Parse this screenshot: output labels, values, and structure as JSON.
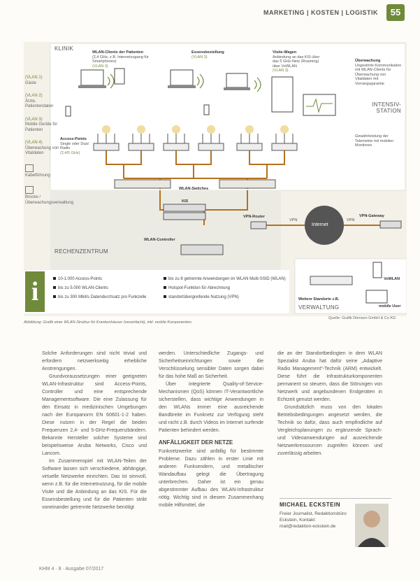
{
  "header": {
    "section": "MARKETING | KOSTEN | LOGISTIK",
    "page_number": "55"
  },
  "figure": {
    "klinik_label": "KLINIK",
    "rechenzentrum_label": "RECHENZENTRUM",
    "intensiv_label": "INTENSIV-\nSTATION",
    "verwaltung_label": "VERWALTUNG",
    "internet_label": "Internet",
    "vpn_label1": "VPN",
    "vpn_label2": "VPN",
    "vpn_router_label": "VPN-Router",
    "vpn_gateway_label": "VPN-Gateway",
    "wlan_switches_label": "WLAN-Switches",
    "wlan_controller_label": "WLAN-Controller",
    "kis_label": "KIS",
    "access_points_label": "Access-Points",
    "access_points_sub": "Single oder Dual Radio",
    "access_points_g": "(2,4/5 GHz)",
    "wlan_clients_label": "WLAN-Clients der Patienten",
    "wlan_clients_sub": "(2,4 GHz, z.B. Internetzugang für Smartphones)",
    "wlan_clients_g": "(VLAN 3)",
    "essensbestellung_label": "Essensbestellung",
    "essensbestellung_g": "(VLAN 3)",
    "visite_label": "Visite-Wagen",
    "visite_sub": "Anbindung an das KIS über das 5 GHz-Netz (Roaming) über VoWLAN",
    "visite_g": "(VLAN 3)",
    "ueberwachung_label": "Überwachung",
    "ueberwachung_sub": "Ungestörte Kommunikation mit WLAN-Clients für Überwachung von Vitaldaten mit Vorrangsgarantie",
    "gewaehrleistung_label": "Gewährleistung der Telemetrie mit mobilen Monitoren",
    "weitere_standorte_label": "Weitere Standorte z.B.",
    "vowlan_label": "VoWLAN",
    "mobile_user_label": "mobile User",
    "legend": [
      {
        "code": "(VLAN 1)",
        "text": "Gäste"
      },
      {
        "code": "(VLAN 2)",
        "text": "Ärzte, Patientendaten"
      },
      {
        "code": "(VLAN 3)",
        "text": "Mobile Geräte für Patienten"
      },
      {
        "code": "(VLAN 4)",
        "text": "Überwachung von Vitaldaten"
      },
      {
        "code": "",
        "text": "Kabelführung"
      },
      {
        "code": "",
        "text": "Brücke / Überwachungsverwaltung"
      }
    ],
    "info_bullets": [
      "10-1.000 Access-Points",
      "bis zu 5.000 WLAN-Clients",
      "bis zu 300 Mbit/s Datendurchsatz pro Funkzelle",
      "bis zu 8 getrennte Anwendungen im WLAN Multi-SSID (WLAN)",
      "Hotspot-Funktion für Abrechnung",
      "standortübergreifende Nutzung (VPN)"
    ],
    "info_letter": "i",
    "caption": "Abbildung: Grafik einer WLAN-Struktur für Krankenhäuser (vereinfacht), inkl. mobile Komponenten.",
    "source": "Quelle: Grafik Dtensen GmbH & Co KG"
  },
  "article": {
    "col1": [
      "Solche Anforderungen sind nicht trivial und erfordern netzwerkseitig erhebliche Anstrengungen.",
      "Grundvoraussetzungen einer geeigneten WLAN-Infrastruktur sind Access-Points, Controller und eine entsprechende Managementsoftware. Die eine Zulassung für den Einsatz in medizinischen Umgebungen nach der Europanorm EN 60601-1-2 haben. Diese nutzen in der Regel die beiden Frequenzen 2,4- und 5-GHz-Frequenzbändern. Bekannte Hersteller solcher Systeme sind beispielsweise Aruba Networks, Cisco und Lancom.",
      "Im Zusammenspiel mit WLAN-Teilen der Software lassen sich verschiedene, abhängige, virtuelle Netzwerke einrichten. Das ist sinnvoll, wenn z.B. für die Internetnutzung, für die mobile Visite und die Anbindung an das KIS. Für die Essensbestellung und für die Patienten strikt voneinander getrennte Netzwerke benötigt"
    ],
    "col2": [
      "werden. Unterschiedliche Zugangs- und Sicherheitseinrichtungen sowie die Verschlüsselung sensibler Daten sorgen dabei für das hohe Maß an Sicherheit.",
      "Über integrierte Quality-of-Service-Mechanismen (QoS) können IT-Verantwortliche sicherstellen, dass wichtige Anwendungen in den WLANs immer eine ausreichende Bandbreite im Funknetz zur Verfügung steht und nicht z.B. durch Videos im Internet surfende Patienten behindert werden."
    ],
    "col2_subhead": "ANFÄLLIGKEIT DER NETZE",
    "col2_after": [
      "Funknetzwerke sind anfällig für bestimmte Probleme. Dazu zählen in erster Linie mit anderen Funksendern, und metallischer Wandaufbau gelegt die Übertragung unterbrechen. Daher ist ein genau abgestimmter Aufbau des WLAN-Infrastruktur nötig. Wichtig sind in diesem Zusammenhang mobile Hilfsmittel, die"
    ],
    "col3": [
      "die an der Standortbedingten in dem WLAN Spezialist Aruba hat dafür seine „Adaptive Radio Management“-Technik (ARM) entwickelt. Diese führt die Infrastrukturkomponenten permanent so steuern, dass die Störungen von Netzwerk und angebundenen Endgeräten in Echtzeit genutzt werden.",
      "Grundsätzlich muss von den lokalen Betriebsbedingungen angesetzt werden, die Technik so dafür, dass auch empfindliche auf Vergleichsplanungen zu ergänzende Sprach- und Videoanwendungen auf ausreichende Netzwerkressourcen zugreifen können und zuverlässig arbeiten."
    ],
    "author": {
      "name": "MICHAEL ECKSTEIN",
      "bio": "Freier Journalist, Redaktionsbüro Eckstein, Kontakt: mail@redaktion-eckstein.de"
    }
  },
  "footer": {
    "text": "KHM  4 · 8 · Ausgabe 07/2017"
  }
}
